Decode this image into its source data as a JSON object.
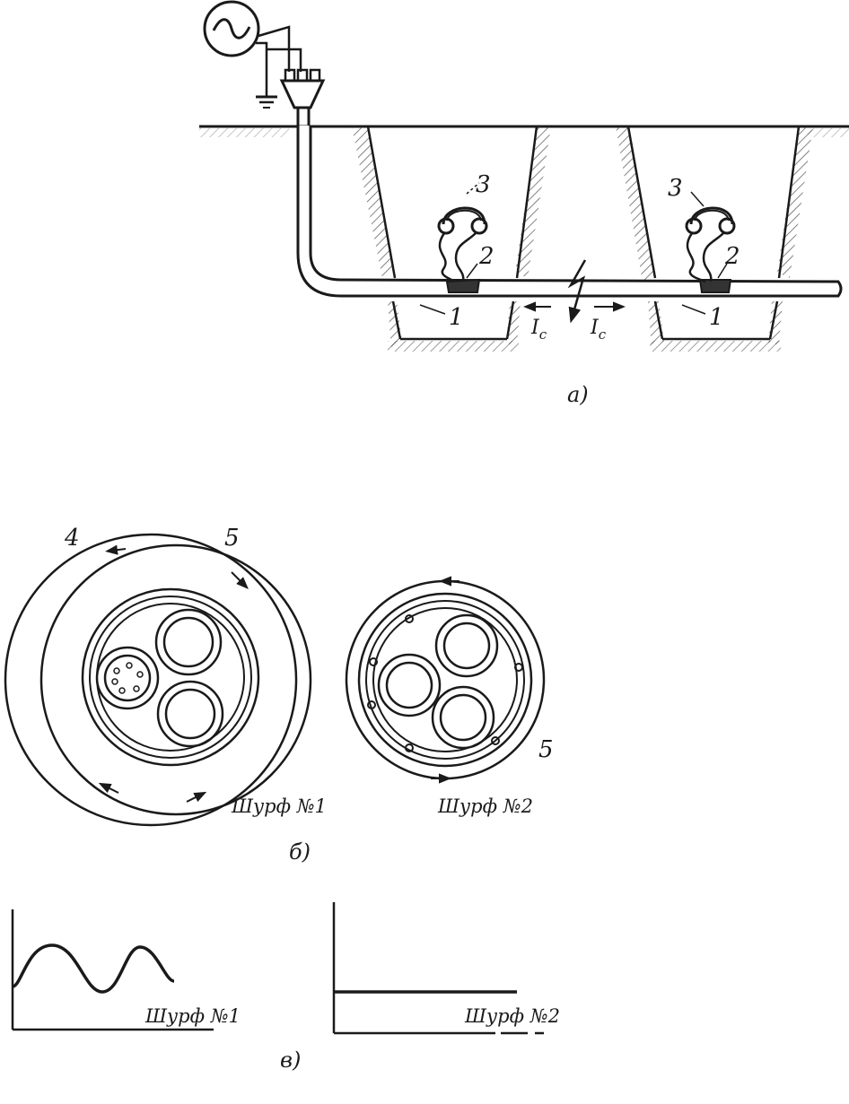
{
  "part_a": {
    "caption": "а)",
    "labels": {
      "tube_left": "1",
      "tube_right": "1",
      "clamp_left": "2",
      "clamp_right": "2",
      "headphones_left": "3",
      "headphones_right": "3"
    },
    "current_left": {
      "main": "I",
      "sub": "c"
    },
    "current_right": {
      "main": "I",
      "sub": "c"
    }
  },
  "part_b": {
    "caption": "б)",
    "pit1": {
      "title": "Шурф №1",
      "label_outer_left": "4",
      "label_outer_right": "5"
    },
    "pit2": {
      "title": "Шурф №2",
      "label_field": "5"
    }
  },
  "part_c": {
    "caption": "в)",
    "graph1": {
      "title": "Шурф №1",
      "signal": "wave"
    },
    "graph2": {
      "title": "Шурф №2",
      "signal": "flat"
    }
  }
}
